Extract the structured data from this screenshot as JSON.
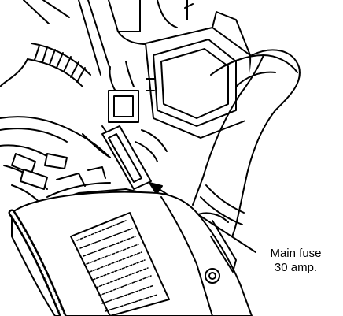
{
  "figure": {
    "callout": {
      "line1": "Main fuse",
      "line2": "30 amp."
    },
    "colors": {
      "ink": "#000000",
      "paper": "#ffffff"
    },
    "icons": [
      "engine-bay-illustration",
      "main-fuse-icon",
      "air-intake-hose-icon",
      "air-filter-housing-icon",
      "wiring-harness-icon",
      "arrow-icon"
    ]
  }
}
